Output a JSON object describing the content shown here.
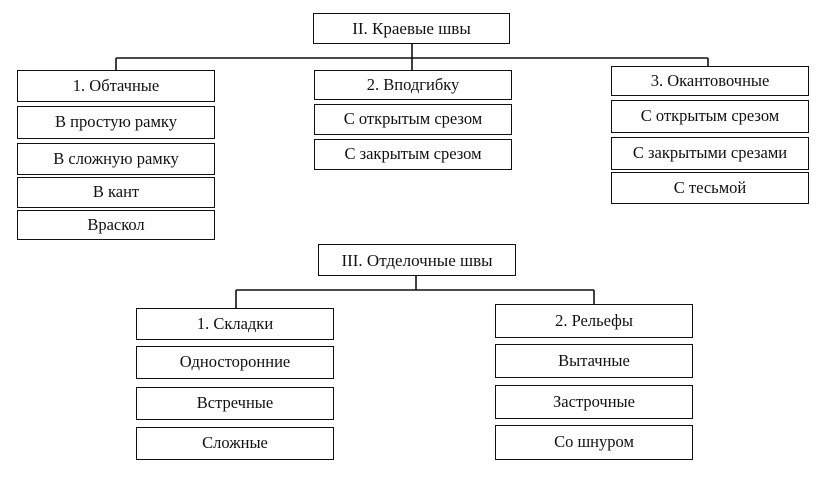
{
  "section_ii": {
    "title": "II. Краевые швы",
    "groups": [
      {
        "title": "1. Обтачные",
        "items": [
          "В простую рамку",
          "В сложную рамку",
          "В кант",
          "Враскол"
        ]
      },
      {
        "title": "2. Вподгибку",
        "items": [
          "С открытым срезом",
          "С закрытым срезом"
        ]
      },
      {
        "title": "3. Окантовочные",
        "items": [
          "С открытым срезом",
          "С закрытыми срезами",
          "С тесьмой"
        ]
      }
    ]
  },
  "section_iii": {
    "title": "III. Отделочные швы",
    "groups": [
      {
        "title": "1. Складки",
        "items": [
          "Односторонние",
          "Встречные",
          "Сложные"
        ]
      },
      {
        "title": "2. Рельефы",
        "items": [
          "Вытачные",
          "Застрочные",
          "Со шнуром"
        ]
      }
    ]
  }
}
